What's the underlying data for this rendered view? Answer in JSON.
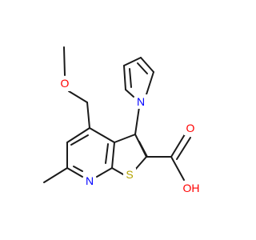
{
  "atoms": {
    "methoxy_oxygen": {
      "symbol": "O",
      "color": "#ff0000"
    },
    "pyrrole_nitrogen": {
      "symbol": "N",
      "color": "#0000ff"
    },
    "pyridine_nitrogen": {
      "symbol": "N",
      "color": "#0000ff"
    },
    "thiophene_sulfur": {
      "symbol": "S",
      "color": "#b3a300"
    },
    "carbonyl_oxygen": {
      "symbol": "O",
      "color": "#ff0000"
    },
    "hydroxyl_group": {
      "symbol": "OH",
      "color": "#ff0000"
    }
  }
}
